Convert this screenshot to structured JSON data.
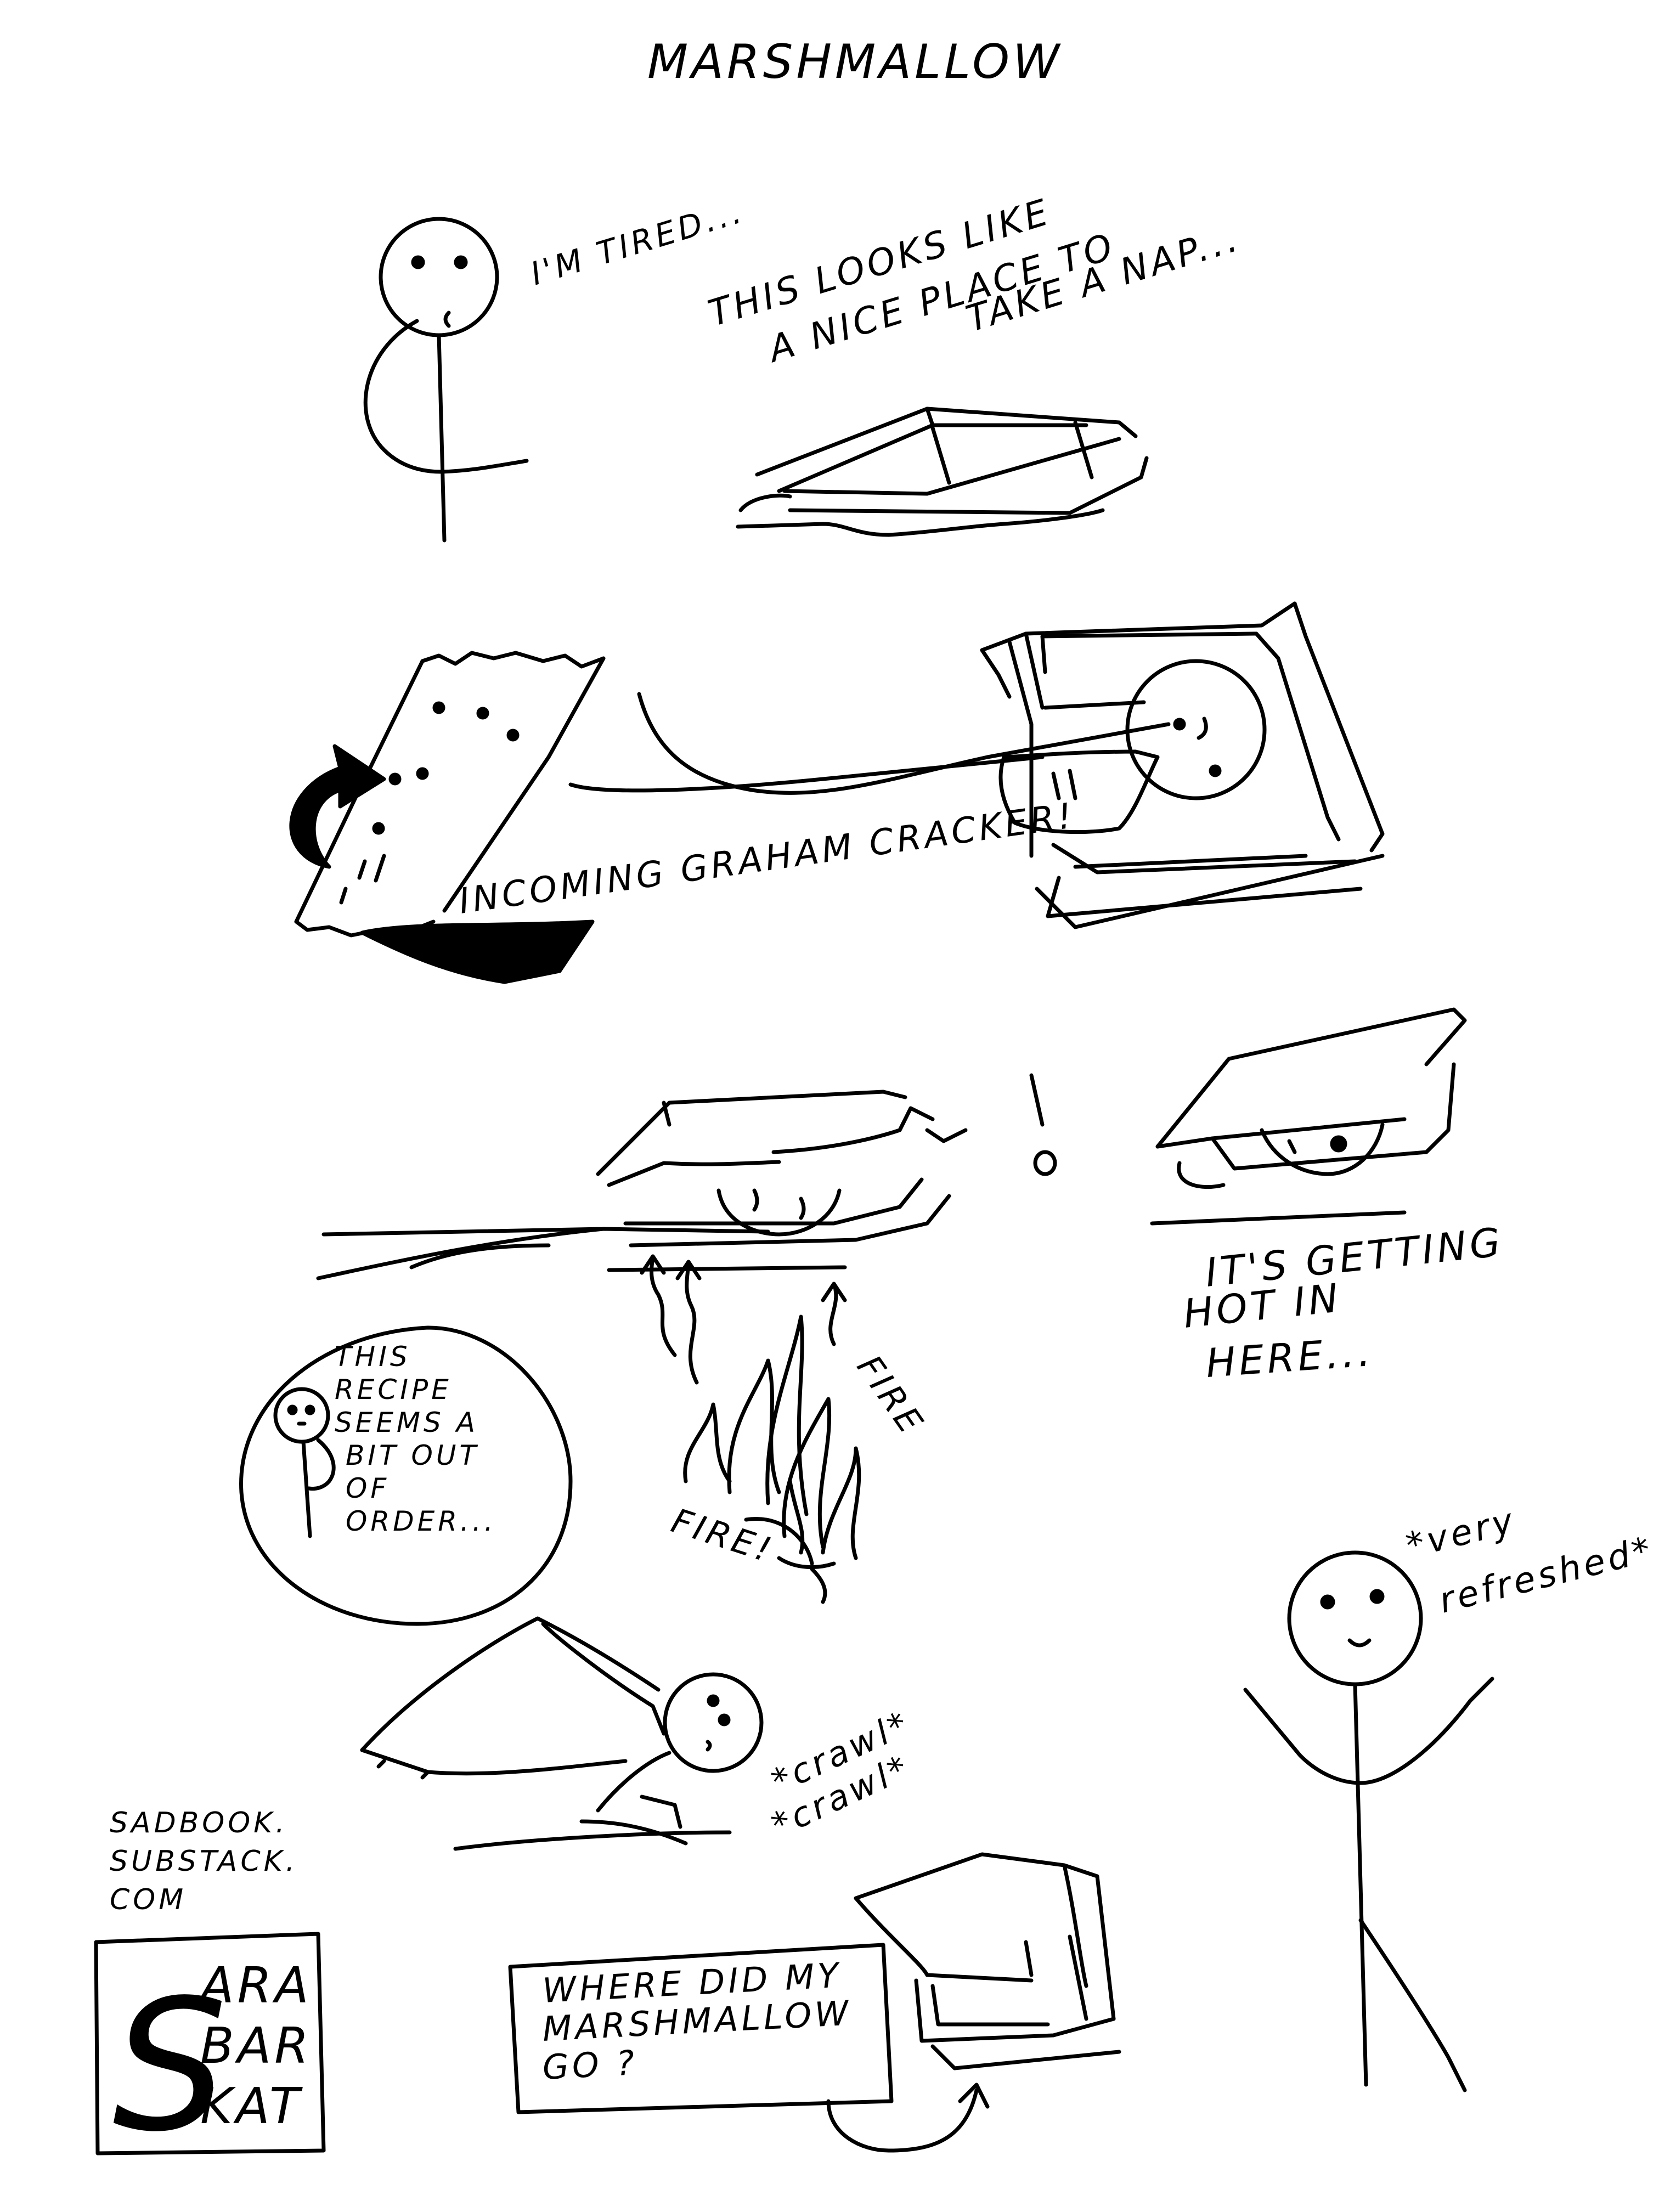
{
  "comic": {
    "title": "MARSHMALLOW",
    "panel_1": {
      "speech_tired": "I'M TIRED...",
      "speech_nap_line1": "THIS LOOKS LIKE",
      "speech_nap_line2": "A NICE PLACE TO",
      "speech_nap_line3": "TAKE A NAP..."
    },
    "panel_2": {
      "caption": "INCOMING GRAHAM CRACKER!"
    },
    "panel_3": {
      "exclamation": "!",
      "fire_label_1": "FIRE",
      "fire_label_2": "FIRE!",
      "thought_line1": "THIS",
      "thought_line2": "RECIPE",
      "thought_line3": "SEEMS A",
      "thought_line4": "BIT OUT",
      "thought_line5": "OF",
      "thought_line6": "ORDER...",
      "hot_line1": "IT'S GETTING",
      "hot_line2": "HOT IN",
      "hot_line3": "HERE..."
    },
    "panel_4": {
      "crawl_1": "*crawl*",
      "crawl_2": "*crawl*",
      "refreshed_line1": "*very",
      "refreshed_line2": "refreshed*",
      "sign_line1": "WHERE DID MY",
      "sign_line2": "MARSHMALLOW",
      "sign_line3": "GO ?"
    },
    "credits": {
      "url_line1": "SADBOOK.",
      "url_line2": "SUBSTACK.",
      "url_line3": "COM",
      "logo_initial": "S",
      "logo_line1": "ARA",
      "logo_line2": "BAR",
      "logo_line3": "KAT"
    }
  },
  "colors": {
    "ink": "#000000",
    "paper": "#ffffff"
  }
}
